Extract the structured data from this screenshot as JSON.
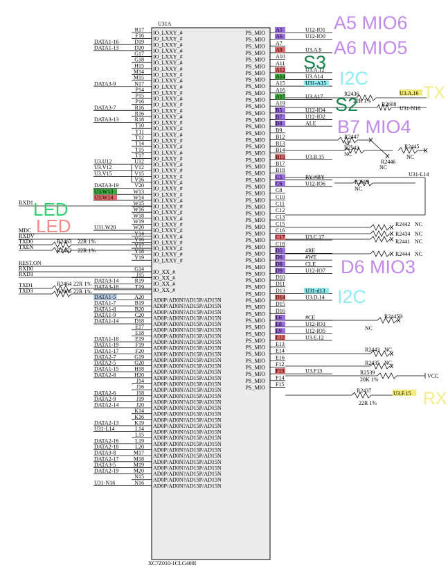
{
  "part": {
    "ref": "U31A",
    "value": "XC7Z010-1CLG400I"
  },
  "colors": {
    "purple": "#9b6fe0",
    "red": "#e06868",
    "green": "#3faa3f",
    "cyan": "#88e8ee",
    "yellow": "#f3ea7e",
    "blue": "#bcd3ee",
    "ann_purple": "#c28ae8",
    "ann_green": "#17824a",
    "ann_cyan": "#8fecf4",
    "ann_yellow": "#f3ec88",
    "ann_led_green": "#2ed16b",
    "ann_led_red": "#f08a8a"
  },
  "left_pins": [
    {
      "pin": "R17",
      "name": "IO_LXXY_#",
      "net": ""
    },
    {
      "pin": "F16",
      "name": "IO_LXXY_#",
      "net": ""
    },
    {
      "pin": "D19",
      "name": "IO_LXXY_#",
      "net": "DATA1-16"
    },
    {
      "pin": "D20",
      "name": "IO_LXXY_#",
      "net": "DATA1-13"
    },
    {
      "pin": "G17",
      "name": "IO_LXXY_#",
      "net": ""
    },
    {
      "pin": "G18",
      "name": "IO_LXXY_#",
      "net": ""
    },
    {
      "pin": "H15",
      "name": "IO_LXXY_#",
      "net": ""
    },
    {
      "pin": "M14",
      "name": "IO_LXXY_#",
      "net": ""
    },
    {
      "pin": "M15",
      "name": "IO_LXXY_#",
      "net": ""
    },
    {
      "pin": "N17",
      "name": "IO_LXXY_#",
      "net": "DATA3-9"
    },
    {
      "pin": "P14",
      "name": "IO_LXXY_#",
      "net": ""
    },
    {
      "pin": "P15",
      "name": "IO_LXXY_#",
      "net": ""
    },
    {
      "pin": "P16",
      "name": "IO_LXXY_#",
      "net": ""
    },
    {
      "pin": "R16",
      "name": "IO_LXXY_#",
      "net": "DATA3-7"
    },
    {
      "pin": "R16",
      "name": "IO_LXXY_#",
      "net": ""
    },
    {
      "pin": "R18",
      "name": "IO_LXXY_#",
      "net": "DATA3-13"
    },
    {
      "pin": "T10",
      "name": "IO_LXXY_#",
      "net": ""
    },
    {
      "pin": "T11",
      "name": "IO_LXXY_#",
      "net": ""
    },
    {
      "pin": "T12",
      "name": "IO_LXXY_#",
      "net": ""
    },
    {
      "pin": "T14",
      "name": "IO_LXXY_#",
      "net": ""
    },
    {
      "pin": "T15",
      "name": "IO_LXXY_#",
      "net": ""
    },
    {
      "pin": "T17",
      "name": "IO_LXXY_#",
      "net": ""
    },
    {
      "pin": "U12",
      "name": "IO_LXXY_#",
      "net": "U3.U12"
    },
    {
      "pin": "V12",
      "name": "IO_LXXY_#",
      "net": "U3.V12"
    },
    {
      "pin": "V15",
      "name": "IO_LXXY_#",
      "net": "U3.V15"
    },
    {
      "pin": "V16",
      "name": "IO_LXXY_#",
      "net": ""
    },
    {
      "pin": "V20",
      "name": "IO_LXXY_#",
      "net": "DATA3-19"
    },
    {
      "pin": "W13",
      "name": "IO_LXXY_#",
      "net": "U3.W13",
      "hl": "green"
    },
    {
      "pin": "W14",
      "name": "IO_LXXY_#",
      "net": "U3.W14",
      "hl": "red"
    },
    {
      "pin": "W15",
      "name": "IO_LXXY_#",
      "net": ""
    },
    {
      "pin": "W16",
      "name": "IO_LXXY_#",
      "net": ""
    },
    {
      "pin": "W18",
      "name": "IO_LXXY_#",
      "net": ""
    },
    {
      "pin": "W19",
      "name": "IO_LXXY_#",
      "net": ""
    },
    {
      "pin": "W20",
      "name": "IO_LXXY_#",
      "net": "U31.W20"
    },
    {
      "pin": "Y14",
      "name": "IO_LXXY_#",
      "net": ""
    },
    {
      "pin": "Y16",
      "name": "IO_LXXY_#",
      "net": ""
    },
    {
      "pin": "Y17",
      "name": "IO_LXXY_#",
      "net": ""
    },
    {
      "pin": "Y18",
      "name": "IO_LXXY_#",
      "net": ""
    },
    {
      "pin": "Y19",
      "name": "IO_LXXY_#",
      "net": ""
    },
    {
      "pin": "G14",
      "name": "IO_XX_#",
      "net": ""
    },
    {
      "pin": "J15",
      "name": "IO_XX_#",
      "net": ""
    },
    {
      "pin": "R19",
      "name": "IO_XX_#",
      "net": "DATA3-14"
    },
    {
      "pin": "T19",
      "name": "IO_XX_#",
      "net": "DATA3-18"
    },
    {
      "pin": "A20",
      "name": "AD0P/AD0N?AD15P/AD15N",
      "net": "DATA1-5",
      "hl": "blue"
    },
    {
      "pin": "B19",
      "name": "AD0P/AD0N?AD15P/AD15N",
      "net": "DATA1-7"
    },
    {
      "pin": "B20",
      "name": "AD0P/AD0N?AD15P/AD15N",
      "net": "DATA1-8"
    },
    {
      "pin": "C20",
      "name": "AD0P/AD0N?AD15P/AD15N",
      "net": "DATA1-9"
    },
    {
      "pin": "D18",
      "name": "AD0P/AD0N?AD15P/AD15N",
      "net": "DATA1-14"
    },
    {
      "pin": "E17",
      "name": "AD0P/AD0N?AD15P/AD15N",
      "net": ""
    },
    {
      "pin": "E18",
      "name": "AD0P/AD0N?AD15P/AD15N",
      "net": ""
    },
    {
      "pin": "E19",
      "name": "AD0P/AD0N?AD15P/AD15N",
      "net": "DATA1-18"
    },
    {
      "pin": "F19",
      "name": "AD0P/AD0N?AD15P/AD15N",
      "net": "DATA1-19"
    },
    {
      "pin": "F20",
      "name": "AD0P/AD0N?AD15P/AD15N",
      "net": "DATA1-17"
    },
    {
      "pin": "G19",
      "name": "AD0P/AD0N?AD15P/AD15N",
      "net": "DATA2-7"
    },
    {
      "pin": "G20",
      "name": "AD0P/AD0N?AD15P/AD15N",
      "net": "DATA2-5"
    },
    {
      "pin": "H18",
      "name": "AD0P/AD0N?AD15P/AD15N",
      "net": "DATA1-15"
    },
    {
      "pin": "H20",
      "name": "AD0P/AD0N?AD15P/AD15N",
      "net": "DATA2-8"
    },
    {
      "pin": "J14",
      "name": "AD0P/AD0N?AD15P/AD15N",
      "net": ""
    },
    {
      "pin": "J16",
      "name": "AD0P/AD0N?AD15P/AD15N",
      "net": ""
    },
    {
      "pin": "J18",
      "name": "AD0P/AD0N?AD15P/AD15N",
      "net": "DATA2-6"
    },
    {
      "pin": "J19",
      "name": "AD0P/AD0N?AD15P/AD15N",
      "net": "DATA2-9"
    },
    {
      "pin": "J20",
      "name": "AD0P/AD0N?AD15P/AD15N",
      "net": "DATA2-14"
    },
    {
      "pin": "K14",
      "name": "AD0P/AD0N?AD15P/AD15N",
      "net": ""
    },
    {
      "pin": "K16",
      "name": "AD0P/AD0N?AD15P/AD15N",
      "net": ""
    },
    {
      "pin": "K19",
      "name": "AD0P/AD0N?AD15P/AD15N",
      "net": "DATA2-13"
    },
    {
      "pin": "L14",
      "name": "AD0P/AD0N?AD15P/AD15N",
      "net": "U31-L14"
    },
    {
      "pin": "L15",
      "name": "AD0P/AD0N?AD15P/AD15N",
      "net": ""
    },
    {
      "pin": "L19",
      "name": "AD0P/AD0N?AD15P/AD15N",
      "net": "DATA2-16"
    },
    {
      "pin": "L20",
      "name": "AD0P/AD0N?AD15P/AD15N",
      "net": "DATA2-18"
    },
    {
      "pin": "M17",
      "name": "AD0P/AD0N?AD15P/AD15N",
      "net": "DATA3-8"
    },
    {
      "pin": "M18",
      "name": "AD0P/AD0N?AD15P/AD15N",
      "net": "DATA2-17"
    },
    {
      "pin": "M19",
      "name": "AD0P/AD0N?AD15P/AD15N",
      "net": "DATA3-5"
    },
    {
      "pin": "M20",
      "name": "AD0P/AD0N?AD15P/AD15N",
      "net": "DATA2-19"
    },
    {
      "pin": "N15",
      "name": "AD0P/AD0N?AD15P/AD15N",
      "net": ""
    },
    {
      "pin": "N16",
      "name": "AD0P/AD0N?AD15P/AD15N",
      "net": "U31-N16"
    }
  ],
  "right_pins": [
    {
      "pin": "A5",
      "name": "PS_MIO",
      "net": "U12-IO1",
      "hl": "purple"
    },
    {
      "pin": "A6",
      "name": "PS_MIO",
      "net": "U12-IO0",
      "hl": "purple"
    },
    {
      "pin": "A7",
      "name": "PS_MIO",
      "net": ""
    },
    {
      "pin": "A9",
      "name": "PS_MIO",
      "net": "U3.A.9",
      "hl": "red"
    },
    {
      "pin": "A10",
      "name": "PS_MIO",
      "net": ""
    },
    {
      "pin": "A11",
      "name": "PS_MIO",
      "net": ""
    },
    {
      "pin": "A12",
      "name": "PS_MIO",
      "net": "U3.A.12",
      "hl": "red"
    },
    {
      "pin": "A14",
      "name": "PS_MIO",
      "net": "U3.A14",
      "hl": "green"
    },
    {
      "pin": "A15",
      "name": "PS_MIO",
      "net": "U31-A15",
      "netHl": "cyan"
    },
    {
      "pin": "A16",
      "name": "PS_MIO",
      "net": ""
    },
    {
      "pin": "A17",
      "name": "PS_MIO",
      "net": "U3.A17",
      "hl": "green"
    },
    {
      "pin": "A19",
      "name": "PS_MIO",
      "net": ""
    },
    {
      "pin": "B5",
      "name": "PS_MIO",
      "net": "U12-IO4",
      "hl": "purple"
    },
    {
      "pin": "B7",
      "name": "PS_MIO",
      "net": "U12-IO2",
      "hl": "purple"
    },
    {
      "pin": "B8",
      "name": "PS_MIO",
      "net": "ALE",
      "hl": "purple"
    },
    {
      "pin": "B9",
      "name": "PS_MIO",
      "net": ""
    },
    {
      "pin": "B12",
      "name": "PS_MIO",
      "net": ""
    },
    {
      "pin": "B13",
      "name": "PS_MIO",
      "net": ""
    },
    {
      "pin": "B14",
      "name": "PS_MIO",
      "net": ""
    },
    {
      "pin": "B15",
      "name": "PS_MIO",
      "net": "U3.B.15",
      "hl": "red"
    },
    {
      "pin": "B17",
      "name": "PS_MIO",
      "net": ""
    },
    {
      "pin": "B18",
      "name": "PS_MIO",
      "net": ""
    },
    {
      "pin": "C5",
      "name": "PS_MIO",
      "net": "RY/#BY",
      "hl": "purple"
    },
    {
      "pin": "C6",
      "name": "PS_MIO",
      "net": "U12-IO6",
      "hl": "purple"
    },
    {
      "pin": "C8",
      "name": "PS_MIO",
      "net": ""
    },
    {
      "pin": "C10",
      "name": "PS_MIO",
      "net": ""
    },
    {
      "pin": "C11",
      "name": "PS_MIO",
      "net": ""
    },
    {
      "pin": "C12",
      "name": "PS_MIO",
      "net": ""
    },
    {
      "pin": "C13",
      "name": "PS_MIO",
      "net": ""
    },
    {
      "pin": "C15",
      "name": "PS_MIO",
      "net": ""
    },
    {
      "pin": "C16",
      "name": "PS_MIO",
      "net": ""
    },
    {
      "pin": "C17",
      "name": "PS_MIO",
      "net": "U3.C.17",
      "hl": "red"
    },
    {
      "pin": "C18",
      "name": "PS_MIO",
      "net": ""
    },
    {
      "pin": "D5",
      "name": "PS_MIO",
      "net": "#RE",
      "hl": "purple"
    },
    {
      "pin": "D6",
      "name": "PS_MIO",
      "net": "#WE",
      "hl": "purple"
    },
    {
      "pin": "D8",
      "name": "PS_MIO",
      "net": "CLE",
      "hl": "purple"
    },
    {
      "pin": "D9",
      "name": "PS_MIO",
      "net": "U12-IO7",
      "hl": "purple"
    },
    {
      "pin": "D10",
      "name": "PS_MIO",
      "net": ""
    },
    {
      "pin": "D11",
      "name": "PS_MIO",
      "net": ""
    },
    {
      "pin": "D13",
      "name": "PS_MIO",
      "net": "U31-d13",
      "netHl": "cyan"
    },
    {
      "pin": "D14",
      "name": "PS_MIO",
      "net": "U3.D.14",
      "hl": "red"
    },
    {
      "pin": "D15",
      "name": "PS_MIO",
      "net": ""
    },
    {
      "pin": "D16",
      "name": "PS_MIO",
      "net": ""
    },
    {
      "pin": "E6",
      "name": "PS_MIO",
      "net": "#CE",
      "hl": "purple"
    },
    {
      "pin": "E8",
      "name": "PS_MIO",
      "net": "U12-IO3",
      "hl": "purple"
    },
    {
      "pin": "E9",
      "name": "PS_MIO",
      "net": "U12-IO5",
      "hl": "purple"
    },
    {
      "pin": "E12",
      "name": "PS_MIO",
      "net": "U3.E.12",
      "hl": "red"
    },
    {
      "pin": "E13",
      "name": "PS_MIO",
      "net": ""
    },
    {
      "pin": "E14",
      "name": "PS_MIO",
      "net": ""
    },
    {
      "pin": "E16",
      "name": "PS_MIO",
      "net": ""
    },
    {
      "pin": "F12",
      "name": "PS_MIO",
      "net": ""
    },
    {
      "pin": "F13",
      "name": "PS_MIO",
      "net": "U3.F13",
      "hl": "red"
    },
    {
      "pin": "F14",
      "name": "PS_MIO",
      "net": ""
    },
    {
      "pin": "F15",
      "name": "PS_MIO",
      "net": ""
    }
  ],
  "left_ext": {
    "rxd1": "RXD1",
    "mdc": "MDC",
    "rxdv": "RXDV",
    "txd0": "TXD0",
    "txen": "TXEN",
    "rest_on": "REST.ON",
    "rxd0": "RXD0",
    "rxd3": "RXD3",
    "txd1": "TXD1",
    "txd3": "TXD3",
    "r2463": "R2463",
    "r2463_val": "22R 1%",
    "r2462": "R2462",
    "r2462_val": "22R 1%",
    "r2464": "R2464",
    "r2464_val": "22R 1%",
    "r2466": "R2466",
    "r2466_val": "22R 1%"
  },
  "right_ext": {
    "r2436": "R2436",
    "r2436_val": "22R 1%",
    "u3a16": "U3.A.16",
    "r2608": "R2608",
    "u31n16": "U31-N16",
    "r2447": "R2447",
    "r2543": "R2543",
    "r2445": "R2445",
    "r2446": "R2446",
    "u31l14": "U31-L14",
    "r2609": "R2609",
    "r2442": "R2442",
    "r2434": "R2434",
    "r2441": "R2441",
    "r2444": "R2444",
    "r2445b": "R2445B",
    "r2443": "R2443",
    "r2435": "R2435",
    "r2539": "R2539",
    "r2539_val": "20K 1%",
    "vcc": "VCC",
    "r2437": "R2437",
    "r2437_val": "22R 1%",
    "u3f15": "U3.F.15",
    "nc": "NC"
  },
  "annotations": {
    "a5": "A5 MIO6",
    "a6": "A6 MIO5",
    "s3": "S3",
    "i2c_top": "I2C",
    "tx": "TX",
    "s2": "S2",
    "b7": "B7 MIO4",
    "led1": "LED",
    "led2": "LED",
    "d6": "D6 MIO3",
    "i2c_bottom": "I2C",
    "rx": "RX"
  }
}
